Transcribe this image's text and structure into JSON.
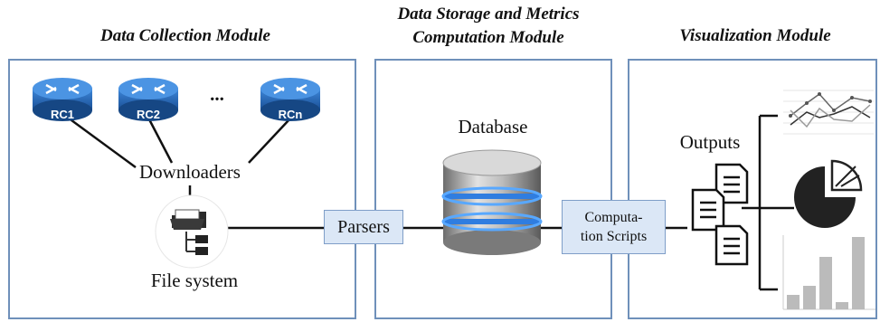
{
  "modules": {
    "collection": {
      "title": "Data Collection Module"
    },
    "storage": {
      "title_line1": "Data Storage and Metrics",
      "title_line2": "Computation Module"
    },
    "visualization": {
      "title": "Visualization Module"
    }
  },
  "routers": [
    {
      "label": "RC1"
    },
    {
      "label": "RC2"
    },
    {
      "label": "RCn"
    }
  ],
  "ellipsis": "...",
  "downloaders_label": "Downloaders",
  "file_system_label": "File system",
  "parsers_label": "Parsers",
  "database_label": "Database",
  "computation_label_line1": "Computa-",
  "computation_label_line2": "tion Scripts",
  "outputs_label": "Outputs",
  "colors": {
    "border": "#6f90ba",
    "box_fill": "#dbe7f6",
    "router": "#1f5fae",
    "db_band": "#2f7de0"
  }
}
